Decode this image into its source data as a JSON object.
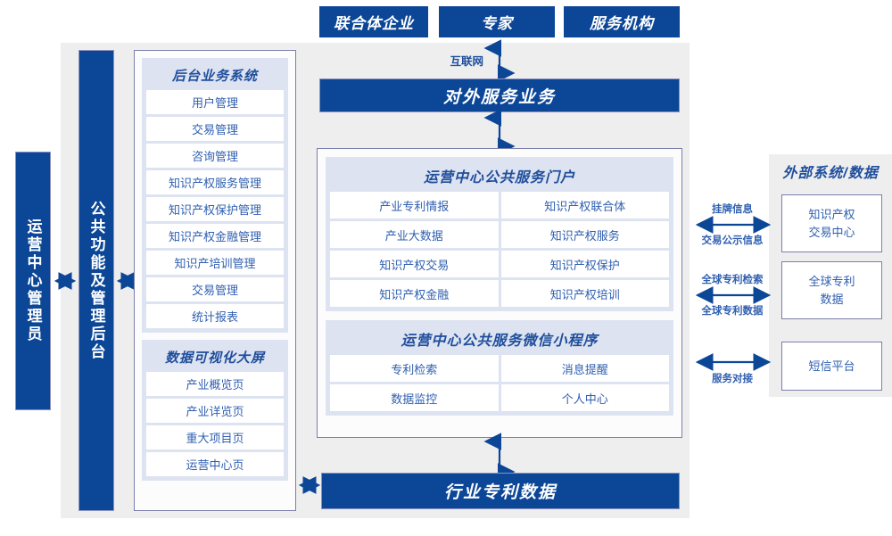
{
  "top_actors": [
    {
      "label": "联合体企业"
    },
    {
      "label": "专家"
    },
    {
      "label": "服务机构"
    }
  ],
  "network_label": "互联网",
  "external_service_bar": "对外服务业务",
  "industry_data_bar": "行业专利数据",
  "left_columns": [
    {
      "label": "运营中心管理员"
    },
    {
      "label": "公共功能及管理后台"
    }
  ],
  "backend_system": {
    "title": "后台业务系统",
    "items": [
      "用户管理",
      "交易管理",
      "咨询管理",
      "知识产权服务管理",
      "知识产权保护管理",
      "知识产权金融管理",
      "知识产培训管理",
      "交易管理",
      "统计报表"
    ]
  },
  "data_screen": {
    "title": "数据可视化大屏",
    "items": [
      "产业概览页",
      "产业详览页",
      "重大项目页",
      "运营中心页"
    ]
  },
  "portal": {
    "title": "运营中心公共服务门户",
    "items": [
      "产业专利情报",
      "知识产权联合体",
      "产业大数据",
      "知识产权服务",
      "知识产权交易",
      "知识产权保护",
      "知识产权金融",
      "知识产权培训"
    ]
  },
  "miniprogram": {
    "title": "运营中心公共服务微信小程序",
    "items": [
      "专利检索",
      "消息提醒",
      "数据监控",
      "个人中心"
    ]
  },
  "external": {
    "title": "外部系统/数据",
    "boxes": [
      {
        "line1": "知识产权",
        "line2": "交易中心"
      },
      {
        "line1": "全球专利",
        "line2": "数据"
      },
      {
        "line1": "短信平台",
        "line2": ""
      }
    ],
    "connectors": [
      {
        "top": "挂牌信息",
        "bottom": "交易公示信息"
      },
      {
        "top": "全球专利检索",
        "bottom": "全球专利数据"
      },
      {
        "top": "",
        "bottom": "服务对接"
      }
    ]
  },
  "colors": {
    "brand_blue": "#0b4697",
    "text_blue": "#2f5fb0",
    "title_blue": "#1f4e9c",
    "frame_gray": "#eeeeee",
    "group_lavender": "#dde3f0",
    "panel_border": "#7b7fab"
  }
}
